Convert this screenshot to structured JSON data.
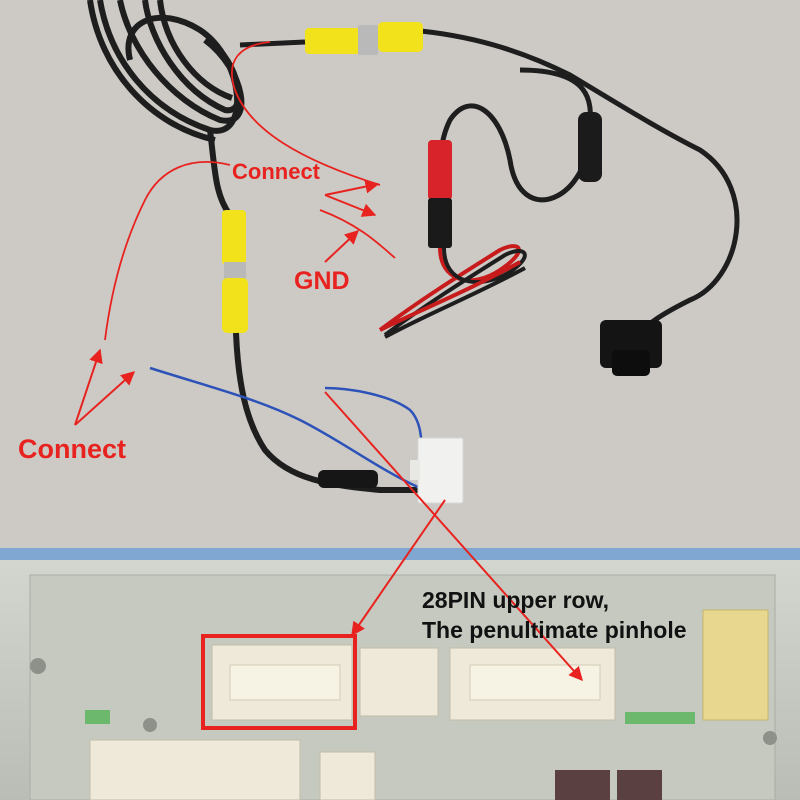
{
  "annotations": {
    "connect_top": "Connect",
    "gnd": "GND",
    "connect_left": "Connect",
    "pin_note_line1": "28PIN upper row,",
    "pin_note_line2": "The penultimate pinhole"
  },
  "colors": {
    "annotation_red": "#e8231f",
    "rca_yellow": "#f2e21b",
    "rca_red": "#d8232a",
    "cable_black": "#1e1e1e",
    "wire_blue": "#2d52b8",
    "connector_white": "#f1f1ef",
    "background_cardboard": "#cdcac6",
    "head_unit_metal": "#c8ccc4",
    "panel_blue": "#7fa7d2"
  },
  "icons": [
    "rca-plug",
    "camera",
    "wiring-connector",
    "head-unit"
  ]
}
